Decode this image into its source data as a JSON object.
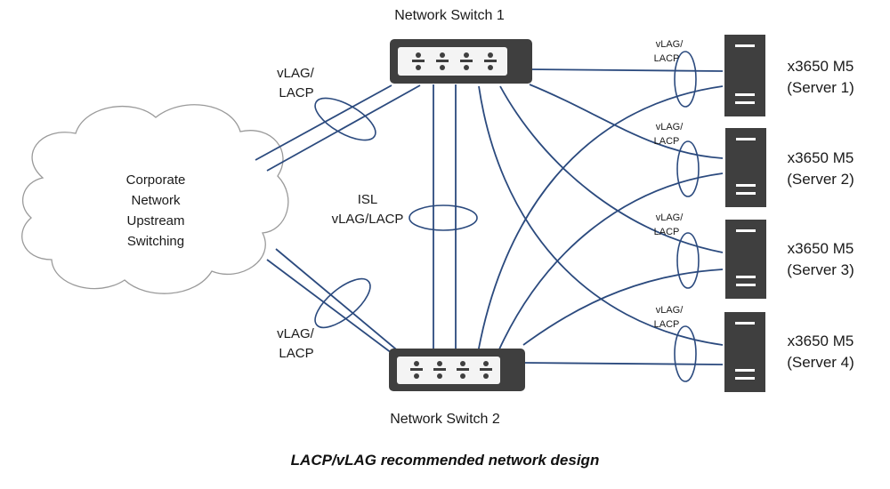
{
  "colors": {
    "link": "#2b4a7e",
    "device": "#3f3f3f",
    "cloud_stroke": "#9a9a9a"
  },
  "switches": [
    {
      "id": "sw1",
      "label": "Network Switch 1",
      "icon": "network-switch-icon"
    },
    {
      "id": "sw2",
      "label": "Network Switch 2",
      "icon": "network-switch-icon"
    }
  ],
  "cloud": {
    "icon": "cloud-icon",
    "lines": [
      "Corporate",
      "Network",
      "Upstream",
      "Switching"
    ]
  },
  "servers": [
    {
      "model": "x3650 M5",
      "name": "(Server 1)",
      "icon": "server-icon"
    },
    {
      "model": "x3650 M5",
      "name": "(Server 2)",
      "icon": "server-icon"
    },
    {
      "model": "x3650 M5",
      "name": "(Server 3)",
      "icon": "server-icon"
    },
    {
      "model": "x3650 M5",
      "name": "(Server 4)",
      "icon": "server-icon"
    }
  ],
  "bundles": {
    "uplink_top": [
      "vLAG/",
      "LACP"
    ],
    "uplink_bottom": [
      "vLAG/",
      "LACP"
    ],
    "isl": [
      "ISL",
      "vLAG/LACP"
    ],
    "server": [
      [
        "vLAG/",
        "LACP"
      ],
      [
        "vLAG/",
        "LACP"
      ],
      [
        "vLAG/",
        "LACP"
      ],
      [
        "vLAG/",
        "LACP"
      ]
    ]
  },
  "caption": "LACP/vLAG recommended network design"
}
